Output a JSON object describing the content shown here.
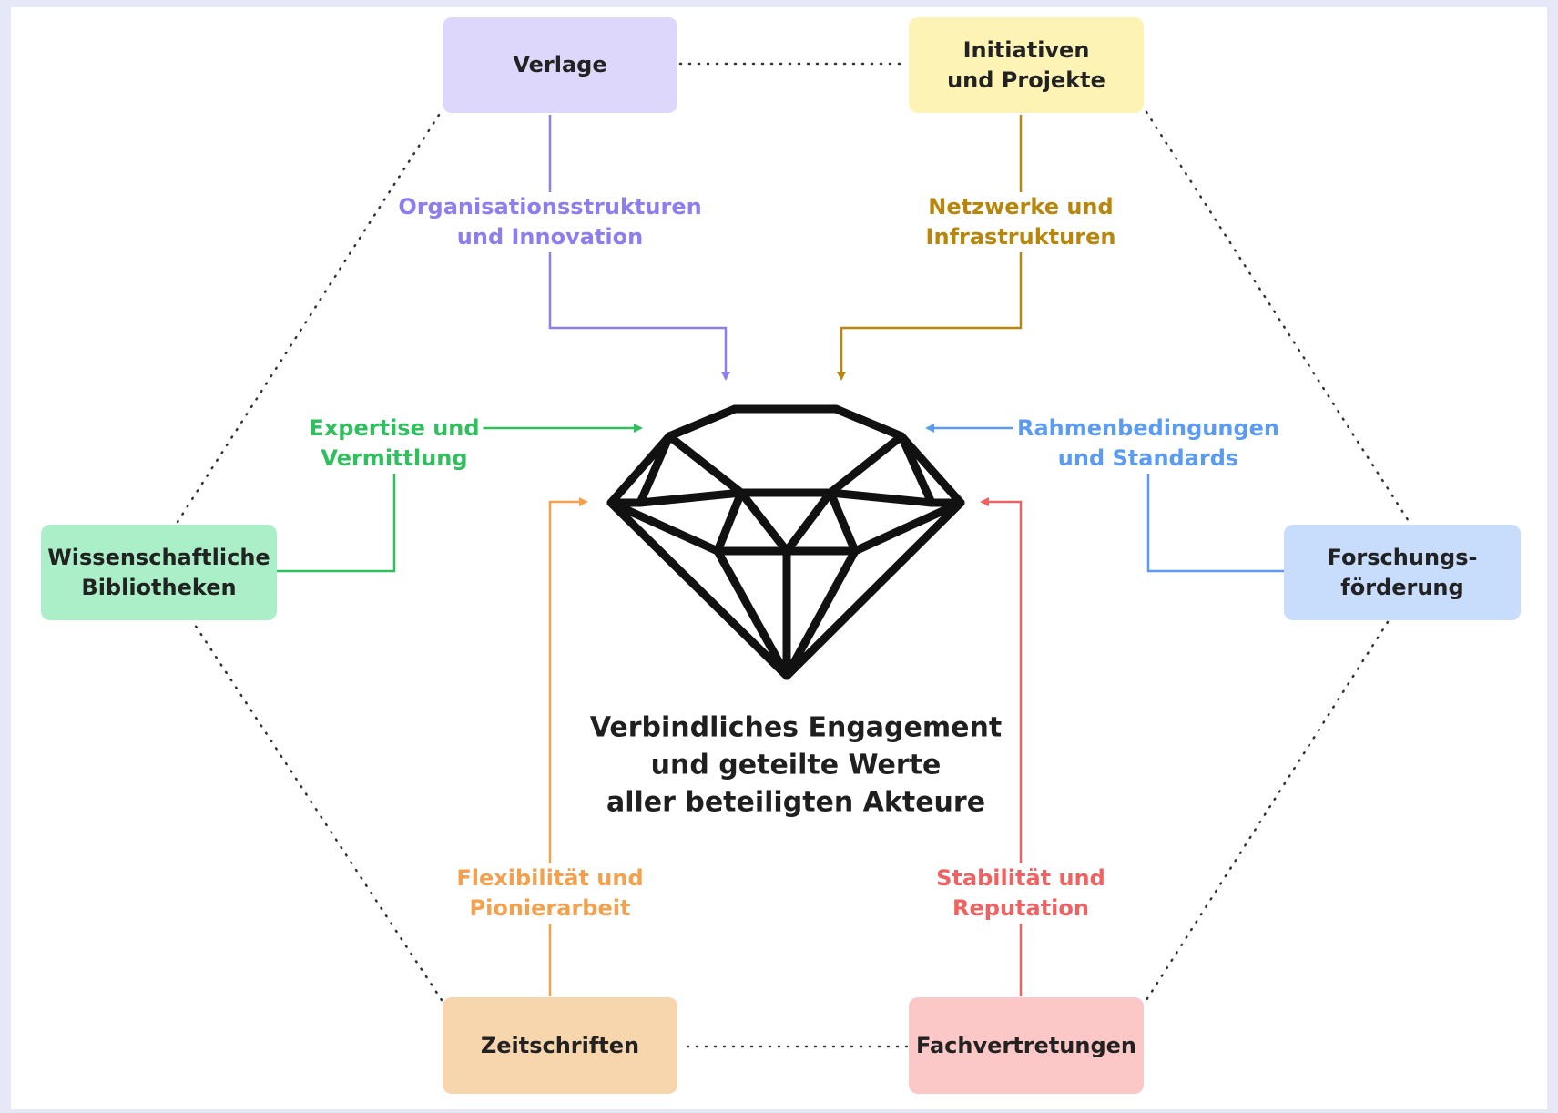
{
  "colors": {
    "page_bg": "#e6e8f7",
    "canvas_bg": "#ffffff",
    "dotted_outline": "#333333",
    "diamond_stroke": "#111111"
  },
  "nodes": {
    "verlage": {
      "label": "Verlage",
      "fill": "#ddd8fb"
    },
    "initiativen": {
      "label": "Initiativen\nund Projekte",
      "fill": "#fdf3b4"
    },
    "bibliotheken": {
      "label": "Wissenschaftliche\nBibliotheken",
      "fill": "#abefc8"
    },
    "forschung": {
      "label": "Forschungs-\nförderung",
      "fill": "#c8dcfb"
    },
    "zeitschriften": {
      "label": "Zeitschriften",
      "fill": "#f8d6ad"
    },
    "fachvertretungen": {
      "label": "Fachvertretungen",
      "fill": "#fcc7c7"
    }
  },
  "contributions": {
    "verlage": {
      "text": "Organisationsstrukturen\nund Innovation",
      "color": "#8e7df0"
    },
    "initiativen": {
      "text": "Netzwerke und\nInfrastrukturen",
      "color": "#b8860b"
    },
    "bibliotheken": {
      "text": "Expertise und\nVermittlung",
      "color": "#2fbf5c"
    },
    "forschung": {
      "text": "Rahmenbedingungen\nund Standards",
      "color": "#5b9cf2"
    },
    "zeitschriften": {
      "text": "Flexibilität und\nPionierarbeit",
      "color": "#f5a04c"
    },
    "fachvertretungen": {
      "text": "Stabilität und\nReputation",
      "color": "#f06262"
    }
  },
  "center": {
    "icon": "diamond-icon",
    "text": "Verbindliches Engagement\nund geteilte Werte\naller beteiligten Akteure"
  }
}
